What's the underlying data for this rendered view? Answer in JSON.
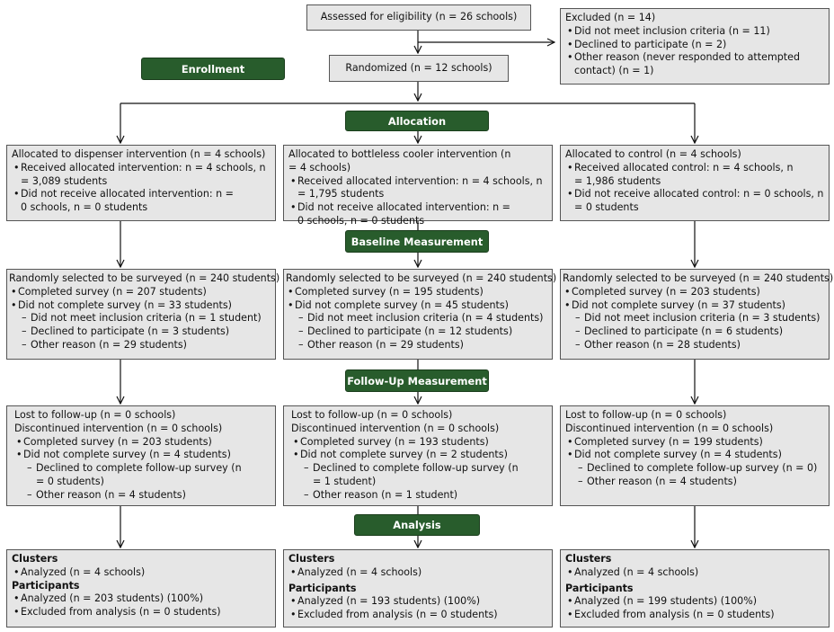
{
  "assessed": "Assessed for eligibility (n = 26 schools)",
  "excluded": {
    "title": "Excluded (n = 14)",
    "items": [
      "Did not meet inclusion criteria (n = 11)",
      "Declined to participate (n = 2)",
      "Other reason (never responded to attempted contact) (n = 1)"
    ]
  },
  "randomized": "Randomized (n = 12 schools)",
  "stages": {
    "enrollment": "Enrollment",
    "allocation": "Allocation",
    "baseline": "Baseline Measurement",
    "followup": "Follow-Up Measurement",
    "analysis": "Analysis"
  },
  "arms": [
    {
      "allocation": {
        "title": "Allocated to dispenser intervention (n = 4 schools)",
        "b1": "Received allocated intervention: n = 4 schools, n = 3,089 students",
        "b2": "Did not receive allocated intervention: n = 0 schools, n = 0 students"
      },
      "baseline": {
        "title": "Randomly selected to be surveyed (n = 240 students)",
        "completed": "Completed survey (n = 207 students)",
        "not_completed": "Did not complete survey (n = 33 students)",
        "sub": [
          "Did not meet inclusion criteria (n = 1 student)",
          "Declined to participate (n = 3 students)",
          "Other reason (n = 29 students)"
        ]
      },
      "followup": {
        "lost": "Lost to follow-up (n = 0 schools)",
        "discontinued": "Discontinued intervention (n = 0 schools)",
        "completed": "Completed survey (n = 203 students)",
        "not_completed": "Did not complete survey (n = 4 students)",
        "sub": [
          "Declined to complete follow-up survey (n = 0 students)",
          "Other reason (n = 4 students)"
        ]
      },
      "analysis": {
        "clusters": "Clusters",
        "clusters_analyzed": "Analyzed (n = 4 schools)",
        "participants": "Participants",
        "participants_analyzed": "Analyzed (n = 203 students) (100%)",
        "excluded": "Excluded from analysis (n = 0 students)"
      }
    },
    {
      "allocation": {
        "title": "Allocated to bottleless cooler intervention (n = 4 schools)",
        "b1": "Received allocated intervention: n = 4 schools, n = 1,795 students",
        "b2": "Did not receive allocated intervention: n = 0 schools, n = 0 students"
      },
      "baseline": {
        "title": "Randomly selected to be surveyed (n = 240 students)",
        "completed": "Completed survey (n = 195 students)",
        "not_completed": "Did not complete survey (n = 45 students)",
        "sub": [
          "Did not meet inclusion criteria (n = 4 students)",
          "Declined to participate (n = 12 students)",
          "Other reason (n = 29 students)"
        ]
      },
      "followup": {
        "lost": "Lost to follow-up (n = 0 schools)",
        "discontinued": "Discontinued intervention (n = 0 schools)",
        "completed": "Completed survey (n = 193 students)",
        "not_completed": "Did not complete survey (n = 2 students)",
        "sub": [
          "Declined to complete follow-up survey (n = 1 student)",
          "Other reason (n = 1 student)"
        ]
      },
      "analysis": {
        "clusters": "Clusters",
        "clusters_analyzed": "Analyzed (n = 4 schools)",
        "participants": "Participants",
        "participants_analyzed": "Analyzed (n = 193 students) (100%)",
        "excluded": "Excluded from analysis (n = 0 students)"
      }
    },
    {
      "allocation": {
        "title": "Allocated to control (n = 4 schools)",
        "b1": "Received allocated control: n = 4 schools, n = 1,986 students",
        "b2": "Did not receive allocated control: n = 0 schools, n = 0 students"
      },
      "baseline": {
        "title": "Randomly selected to be surveyed (n = 240 students)",
        "completed": "Completed survey (n = 203 students)",
        "not_completed": "Did not complete survey (n = 37 students)",
        "sub": [
          "Did not meet inclusion criteria (n = 3 students)",
          "Declined to participate (n = 6 students)",
          "Other reason (n = 28 students)"
        ]
      },
      "followup": {
        "lost": "Lost to follow-up (n = 0 schools)",
        "discontinued": "Discontinued intervention (n = 0 schools)",
        "completed": "Completed survey (n = 199 students)",
        "not_completed": "Did not complete survey (n = 4 students)",
        "sub": [
          "Declined to complete follow-up survey (n = 0)",
          "Other reason (n = 4 students)"
        ]
      },
      "analysis": {
        "clusters": "Clusters",
        "clusters_analyzed": "Analyzed (n = 4 schools)",
        "participants": "Participants",
        "participants_analyzed": "Analyzed (n = 199 students) (100%)",
        "excluded": "Excluded from analysis (n = 0 students)"
      }
    }
  ]
}
